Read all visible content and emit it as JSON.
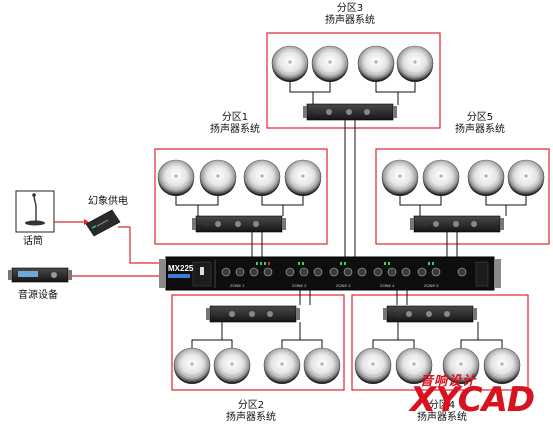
{
  "zones": [
    {
      "id": "zone3",
      "name": "分区3",
      "sub": "扬声器系统"
    },
    {
      "id": "zone1",
      "name": "分区1",
      "sub": "扬声器系统"
    },
    {
      "id": "zone5",
      "name": "分区5",
      "sub": "扬声器系统"
    },
    {
      "id": "zone2",
      "name": "分区2",
      "sub": "扬声器系统"
    },
    {
      "id": "zone4",
      "name": "分区4",
      "sub": "扬声器系统"
    }
  ],
  "sources": {
    "microphone": "话筒",
    "phantom_power": "幻象供电",
    "audio_source": "音源设备"
  },
  "mixer": {
    "model": "MX225",
    "zone_labels": [
      "ZONE 1",
      "ZONE 2",
      "ZONE 3",
      "ZONE 4",
      "ZONE 5"
    ]
  },
  "watermark": {
    "cn": "音响设计",
    "en": "XYCAD"
  },
  "colors": {
    "zone_border": "#e0262e",
    "signal_line": "#e0262e",
    "watermark": "#d9121f"
  }
}
